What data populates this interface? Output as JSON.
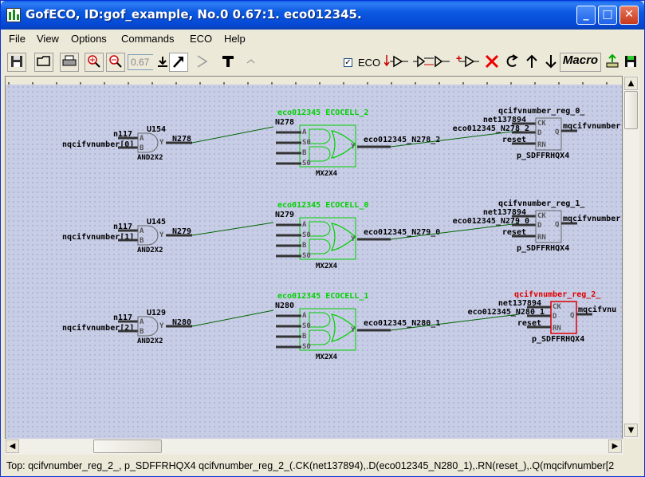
{
  "window": {
    "title": "GofECO, ID:gof_example, No.0 0.67:1. eco012345.",
    "minimize_glyph": "_",
    "maximize_glyph": "□",
    "close_glyph": "✕"
  },
  "menu": [
    "File",
    "View",
    "Options",
    "Commands",
    "ECO",
    "Help"
  ],
  "toolbar": {
    "zoom_value": "0.67",
    "eco_label": "ECO",
    "eco_checked": "✓",
    "macro_label": "Macro",
    "buttons": [
      "save-icon",
      "open-icon",
      "print-icon",
      "zoom-in-icon",
      "zoom-out-icon",
      "zoom-apply-icon",
      "select-arrow-icon",
      "pointer-icon",
      "text-icon",
      "wire-icon",
      "insert-buffer-icon",
      "insert-gate-icon",
      "add-pin-icon",
      "delete-icon",
      "rotate-icon",
      "up-icon",
      "down-icon",
      "macro-button",
      "export-icon",
      "save-eco-icon"
    ]
  },
  "schematic": {
    "rows": [
      {
        "and_gate": {
          "name": "U154",
          "type": "AND2X2",
          "in_a": "n117",
          "in_b": "nqcifvnumber[0]",
          "pin_a": "A",
          "pin_b": "B",
          "pin_y": "Y",
          "out": "N278"
        },
        "mux": {
          "name": "eco012345 ECOCELL_2",
          "type": "MX2X4",
          "in_a": "N278",
          "pins": [
            "A",
            "S0",
            "B",
            "S0"
          ],
          "pin_y": "Y",
          "out": "eco012345_N278_2"
        },
        "flop": {
          "name": "qcifvnumber_reg_0_",
          "type": "p_SDFFRHQX4",
          "ck_net": "net137894",
          "d_net": "eco012345_N278_2",
          "rn_net": "reset",
          "q_net": "mqcifvnumber",
          "pins": [
            "CK",
            "D",
            "RN",
            "Q"
          ],
          "highlight": false
        }
      },
      {
        "and_gate": {
          "name": "U145",
          "type": "AND2X2",
          "in_a": "n117",
          "in_b": "nqcifvnumber[1]",
          "pin_a": "A",
          "pin_b": "B",
          "pin_y": "Y",
          "out": "N279"
        },
        "mux": {
          "name": "eco012345 ECOCELL_0",
          "type": "MX2X4",
          "in_a": "N279",
          "pins": [
            "A",
            "S0",
            "B",
            "S0"
          ],
          "pin_y": "Y",
          "out": "eco012345_N279_0"
        },
        "flop": {
          "name": "qcifvnumber_reg_1_",
          "type": "p_SDFFRHQX4",
          "ck_net": "net137894",
          "d_net": "eco012345_N279_0",
          "rn_net": "reset",
          "q_net": "mqcifvnumber",
          "pins": [
            "CK",
            "D",
            "RN",
            "Q"
          ],
          "highlight": false
        }
      },
      {
        "and_gate": {
          "name": "U129",
          "type": "AND2X2",
          "in_a": "n117",
          "in_b": "nqcifvnumber[2]",
          "pin_a": "A",
          "pin_b": "B",
          "pin_y": "Y",
          "out": "N280"
        },
        "mux": {
          "name": "eco012345 ECOCELL_1",
          "type": "MX2X4",
          "in_a": "N280",
          "pins": [
            "A",
            "S0",
            "B",
            "S0"
          ],
          "pin_y": "Y",
          "out": "eco012345_N280_1"
        },
        "flop": {
          "name": "qcifvnumber_reg_2_",
          "type": "p_SDFFRHQX4",
          "ck_net": "net137894",
          "d_net": "eco012345_N280_1",
          "rn_net": "reset",
          "q_net": "mqcifvnu",
          "pins": [
            "CK",
            "D",
            "RN",
            "Q"
          ],
          "highlight": true
        }
      }
    ],
    "colors": {
      "eco": "#00d000",
      "highlight": "#e00000",
      "wire": "#006600",
      "text": "#000000",
      "bg": "#c8cde6"
    }
  },
  "status": {
    "text": "Top: qcifvnumber_reg_2_, p_SDFFRHQX4 qcifvnumber_reg_2_(.CK(net137894),.D(eco012345_N280_1),.RN(reset_),.Q(mqcifvnumber[2"
  }
}
